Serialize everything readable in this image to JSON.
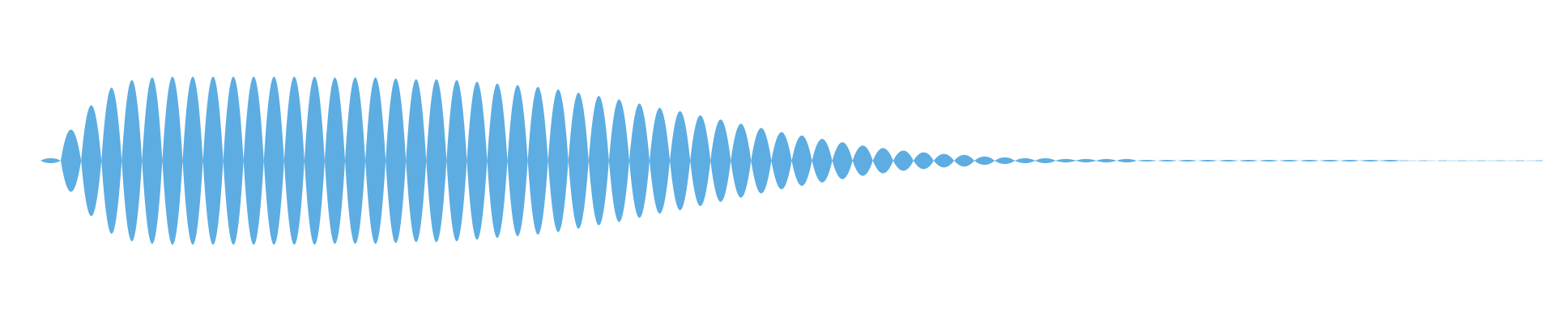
{
  "chart_data": {
    "type": "area",
    "title": "",
    "xlabel": "",
    "ylabel": "",
    "ylim": [
      -1,
      1
    ],
    "grid": false,
    "legend": "none",
    "color": "#5dade2",
    "series": [
      {
        "values": [
          0.03,
          0.37,
          0.66,
          0.87,
          0.96,
          0.99,
          1.0,
          1.0,
          1.0,
          1.0,
          1.0,
          1.0,
          1.0,
          1.0,
          0.99,
          0.99,
          0.99,
          0.98,
          0.97,
          0.97,
          0.96,
          0.94,
          0.92,
          0.9,
          0.88,
          0.85,
          0.81,
          0.77,
          0.73,
          0.68,
          0.63,
          0.59,
          0.54,
          0.49,
          0.44,
          0.39,
          0.34,
          0.3,
          0.26,
          0.22,
          0.18,
          0.15,
          0.12,
          0.1,
          0.08,
          0.07,
          0.05,
          0.04,
          0.03,
          0.03,
          0.02,
          0.02,
          0.02,
          0.02,
          0.01,
          0.01,
          0.01,
          0.01,
          0.01,
          0.01,
          0.01,
          0.01,
          0.01,
          0.01,
          0.01,
          0.01,
          0.01,
          0.0,
          0.0,
          0.0,
          0.0,
          0.0,
          0.0,
          0.0
        ]
      }
    ]
  }
}
